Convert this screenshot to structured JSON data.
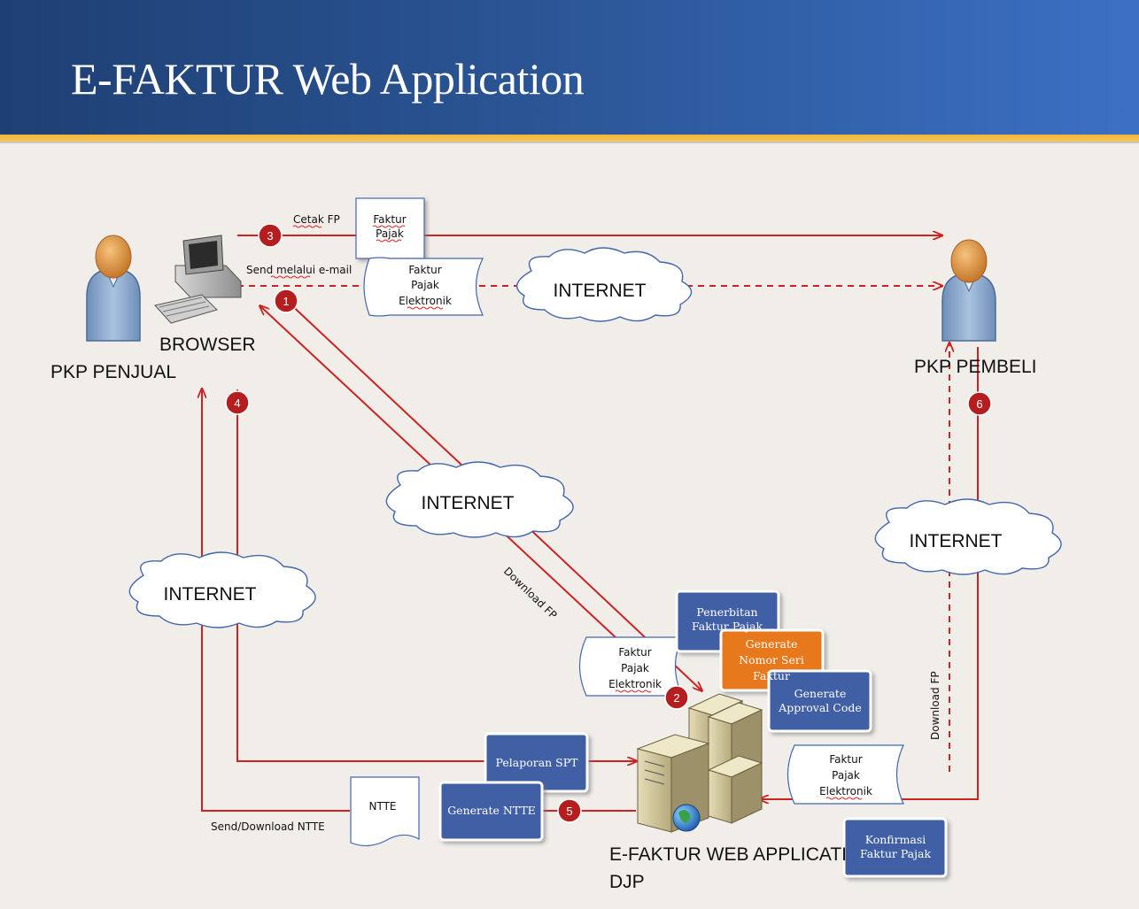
{
  "title": "E-FAKTUR Web Application",
  "nodes": {
    "seller": "PKP PENJUAL",
    "buyer": "PKP PEMBELI",
    "browser": "BROWSER",
    "server_line1": "E-FAKTUR WEB APPLICATI",
    "server_line2": "DJP"
  },
  "clouds": {
    "top": "INTERNET",
    "center": "INTERNET",
    "left": "INTERNET",
    "right": "INTERNET"
  },
  "documents": {
    "top_faktur": [
      "Faktur",
      "Pajak"
    ],
    "top_efaktur": [
      "Faktur",
      "Pajak",
      "Elektronik"
    ],
    "center_efaktur": [
      "Faktur",
      "Pajak",
      "Elektronik"
    ],
    "right_efaktur": [
      "Faktur",
      "Pajak",
      "Elektronik"
    ],
    "ntte": "NTTE"
  },
  "process_boxes": {
    "penerbitan": [
      "Penerbitan",
      "Faktur Pajak"
    ],
    "nomor_seri": [
      "Generate",
      "Nomor Seri",
      "Faktur"
    ],
    "approval": [
      "Generate",
      "Approval Code"
    ],
    "pelaporan": "Pelaporan SPT",
    "generate_ntte": "Generate NTTE",
    "konfirmasi": [
      "Konfirmasi",
      "Faktur Pajak"
    ]
  },
  "edge_labels": {
    "cetak": "Cetak FP",
    "email": "Send melalui e-mail",
    "download_center": "Download FP",
    "download_right": "Download FP",
    "send_ntte": "Send/Download NTTE"
  },
  "steps": [
    "1",
    "2",
    "3",
    "4",
    "5",
    "6"
  ],
  "colors": {
    "arrow": "#cc2222",
    "step_badge": "#b51e1e",
    "process_blue": "#3f5fa5",
    "process_orange": "#e8781f",
    "header_blue": "#2a5493",
    "header_gold": "#f0b43a"
  },
  "icons": {
    "person": "person-icon",
    "computer": "computer-icon",
    "server": "server-icon",
    "globe": "globe-icon"
  }
}
